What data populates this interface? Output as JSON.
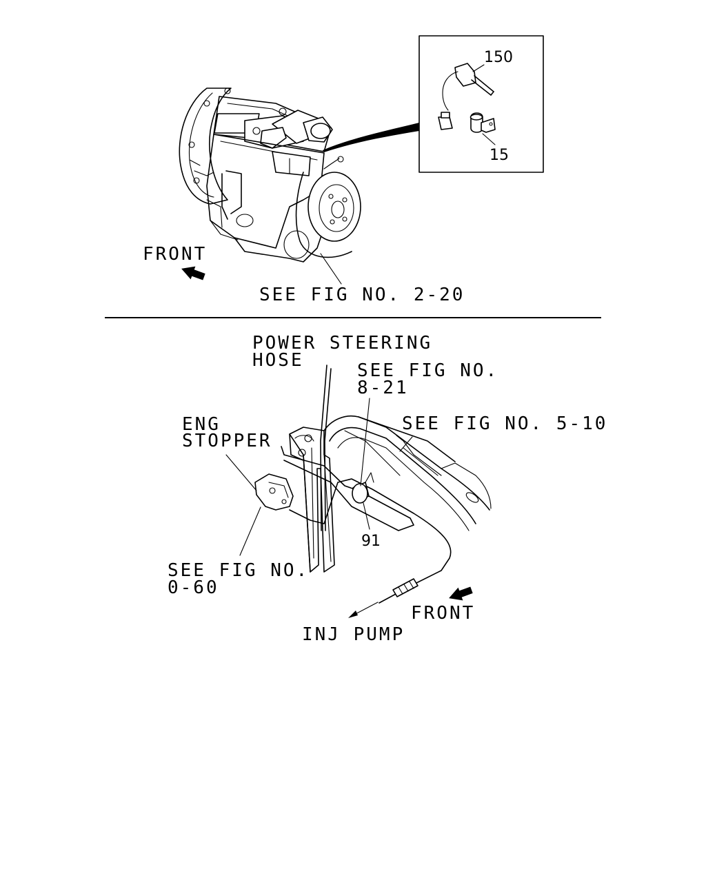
{
  "top_view": {
    "front_label": "FRONT",
    "see_fig_label": "SEE FIG NO. 2-20",
    "inset": {
      "part_150": "150",
      "part_15": "15"
    }
  },
  "bottom_view": {
    "power_steering_hose_line1": "POWER STEERING",
    "power_steering_hose_line2": "HOSE",
    "see_fig_8_21_line1": "SEE FIG NO.",
    "see_fig_8_21_line2": "8-21",
    "see_fig_5_10": "SEE FIG NO. 5-10",
    "eng_stopper_line1": "ENG",
    "eng_stopper_line2": "STOPPER",
    "part_91": "91",
    "see_fig_0_60_line1": "SEE FIG NO.",
    "see_fig_0_60_line2": "0-60",
    "front_label": "FRONT",
    "inj_pump_label": "INJ PUMP"
  }
}
